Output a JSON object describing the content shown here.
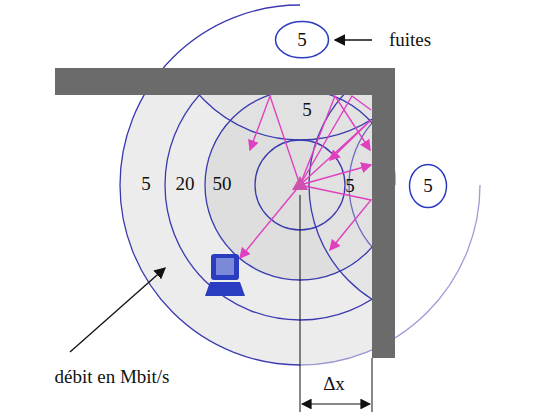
{
  "diagram": {
    "nodes": [
      {
        "text": [
          "5"
        ]
      },
      {
        "text": [
          "5"
        ]
      }
    ],
    "labels": [
      "fuites",
      "5",
      "20",
      "50",
      "5",
      "5",
      "débit en Mbit/s",
      "Δx"
    ]
  }
}
